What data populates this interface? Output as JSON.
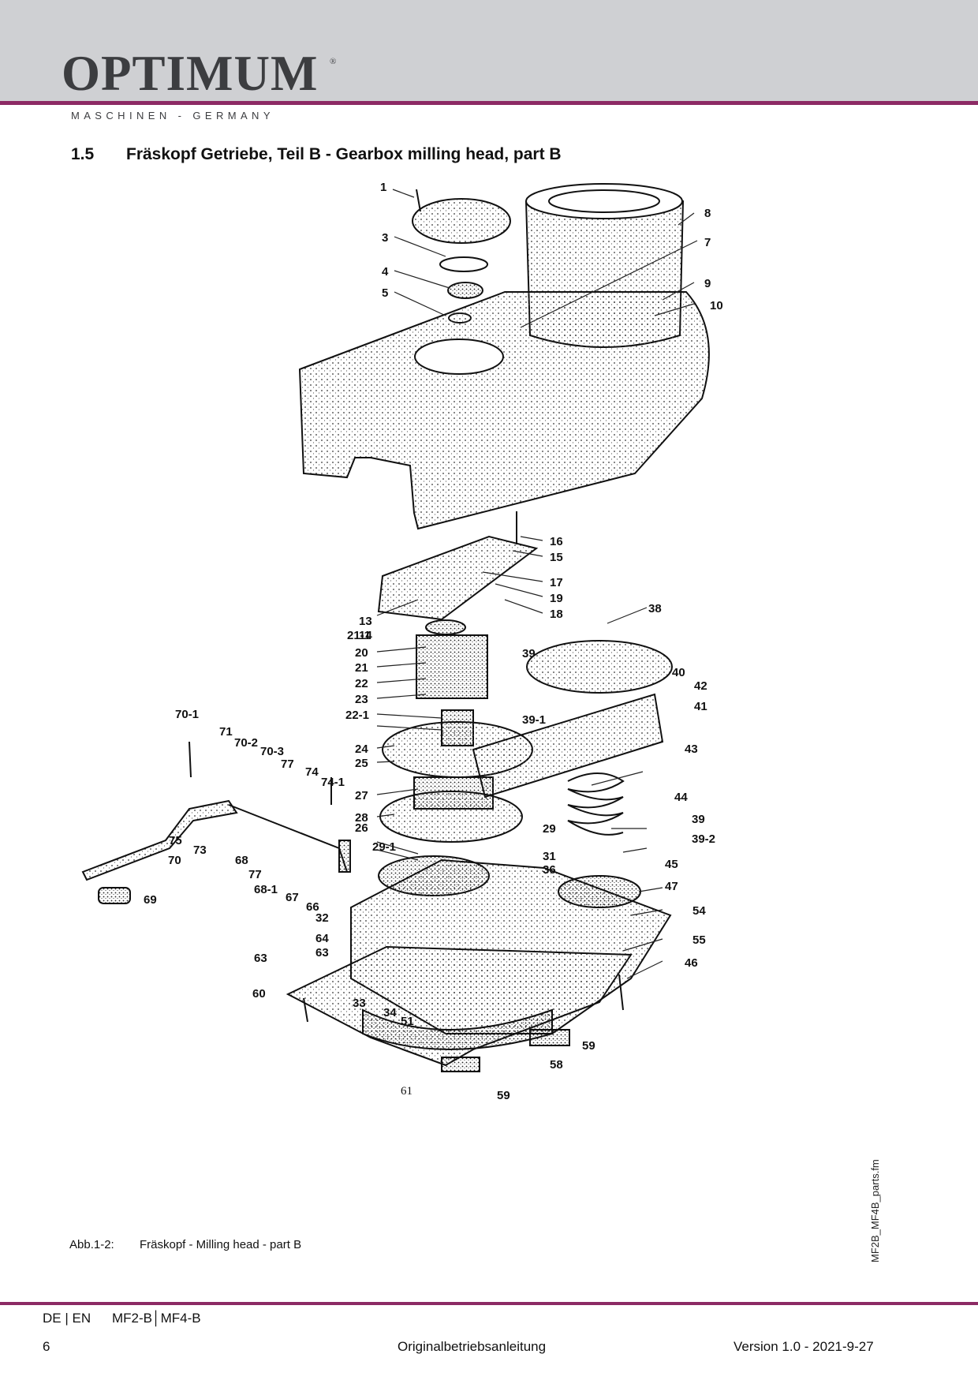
{
  "header": {
    "brand": "OPTIMUM",
    "registered": "®",
    "tagline": "MASCHINEN - GERMANY"
  },
  "section": {
    "number": "1.5",
    "title": "Fräskopf Getriebe, Teil B - Gearbox milling head, part B"
  },
  "diagram": {
    "part_labels": [
      "1",
      "3",
      "4",
      "5",
      "7",
      "8",
      "9",
      "10",
      "13",
      "14",
      "15",
      "16",
      "17",
      "18",
      "19",
      "20",
      "21",
      "21-1",
      "22",
      "22-1",
      "23",
      "24",
      "25",
      "26",
      "27",
      "28",
      "29",
      "29-1",
      "31",
      "32",
      "33",
      "34",
      "36",
      "38",
      "39",
      "39-1",
      "39-2",
      "40",
      "41",
      "42",
      "43",
      "44",
      "45",
      "46",
      "47",
      "51",
      "54",
      "55",
      "58",
      "59",
      "60",
      "61",
      "63",
      "64",
      "66",
      "67",
      "68",
      "68-1",
      "69",
      "70",
      "70-1",
      "70-2",
      "70-3",
      "71",
      "73",
      "74",
      "74-1",
      "75",
      "77"
    ]
  },
  "caption": {
    "figure": "Abb.1-2:",
    "text": "Fräskopf - Milling head - part B"
  },
  "side_file": "MF2B_MF4B_parts.fm",
  "footer": {
    "lang": "DE | EN",
    "model": "MF2-B│MF4-B",
    "page": "6",
    "doc": "Originalbetriebsanleitung",
    "version": "Version 1.0 - 2021-9-27"
  },
  "colors": {
    "brand_purple": "#8c2a64",
    "header_gray": "#cfd0d3",
    "logo_gray": "#3c3d40"
  }
}
